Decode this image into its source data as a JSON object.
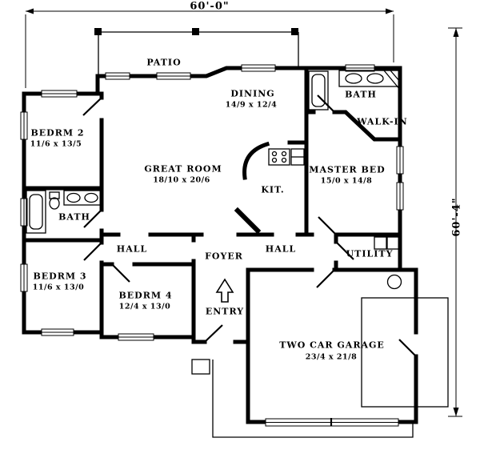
{
  "dimensions": {
    "top": "60'-0\"",
    "right": "60'-4\""
  },
  "labels": {
    "patio": {
      "name": "PATIO"
    },
    "dining": {
      "name": "DINING",
      "size": "14/9 x 12/4"
    },
    "bath_top": {
      "name": "BATH"
    },
    "walk_in": {
      "name": "WALK-IN"
    },
    "bedrm2": {
      "name": "BEDRM 2",
      "size": "11/6 x 13/5"
    },
    "great_room": {
      "name": "GREAT ROOM",
      "size": "18/10 x 20/6"
    },
    "kitchen": {
      "name": "KIT."
    },
    "master_bed": {
      "name": "MASTER BED",
      "size": "15/0 x 14/8"
    },
    "bath_left": {
      "name": "BATH"
    },
    "hall_left": {
      "name": "HALL"
    },
    "foyer": {
      "name": "FOYER"
    },
    "hall_right": {
      "name": "HALL"
    },
    "utility": {
      "name": "UTILITY"
    },
    "bedrm3": {
      "name": "BEDRM 3",
      "size": "11/6 x 13/0"
    },
    "bedrm4": {
      "name": "BEDRM 4",
      "size": "12/4 x 13/0"
    },
    "entry": {
      "name": "ENTRY"
    },
    "garage": {
      "name": "TWO CAR GARAGE",
      "size": "23/4 x 21/8"
    }
  }
}
